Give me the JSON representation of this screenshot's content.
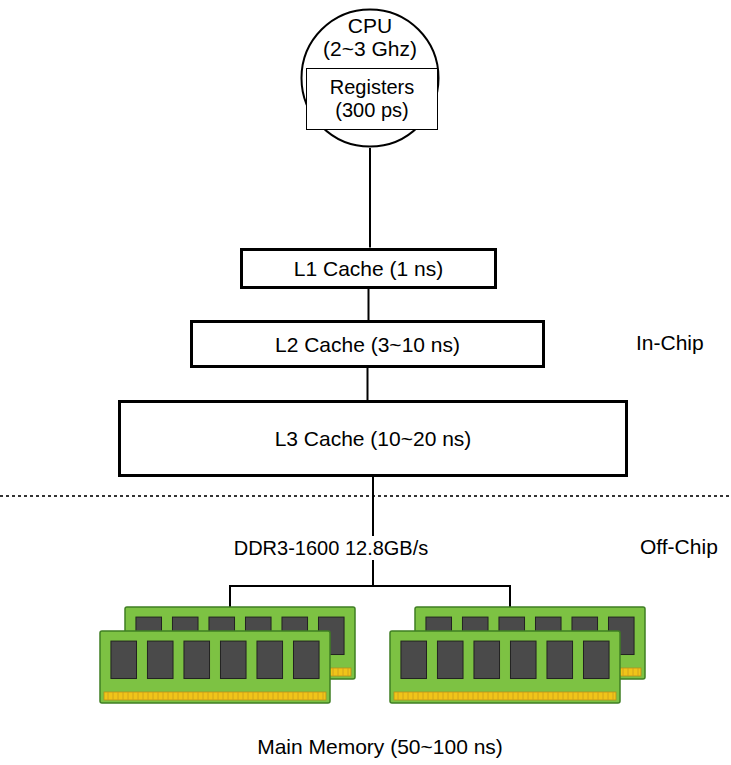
{
  "diagram": {
    "nodes": [
      {
        "text": [
          "CPU",
          "(2~3 Ghz)"
        ]
      },
      {
        "text": [
          "Registers",
          "(300 ps)"
        ],
        "in": 0
      },
      {
        "text": [
          "L1 Cache (1 ns)"
        ]
      },
      {
        "text": [
          "L2 Cache (3~10 ns)"
        ]
      },
      {
        "text": [
          "L3 Cache (10~20 ns)"
        ]
      },
      {
        "text": [
          "Main Memory (50~100 ns)"
        ]
      }
    ],
    "edges": [
      {
        "from": 0,
        "to": 2,
        "arrow": "none"
      },
      {
        "from": 2,
        "to": 3,
        "arrow": "none"
      },
      {
        "from": 3,
        "to": 4,
        "arrow": "none"
      },
      {
        "from": 4,
        "to": 5,
        "label": "DDR3-1600 12.8GB/s",
        "arrow": "none"
      }
    ],
    "labels": [
      "In-Chip",
      "Off-Chip"
    ]
  }
}
